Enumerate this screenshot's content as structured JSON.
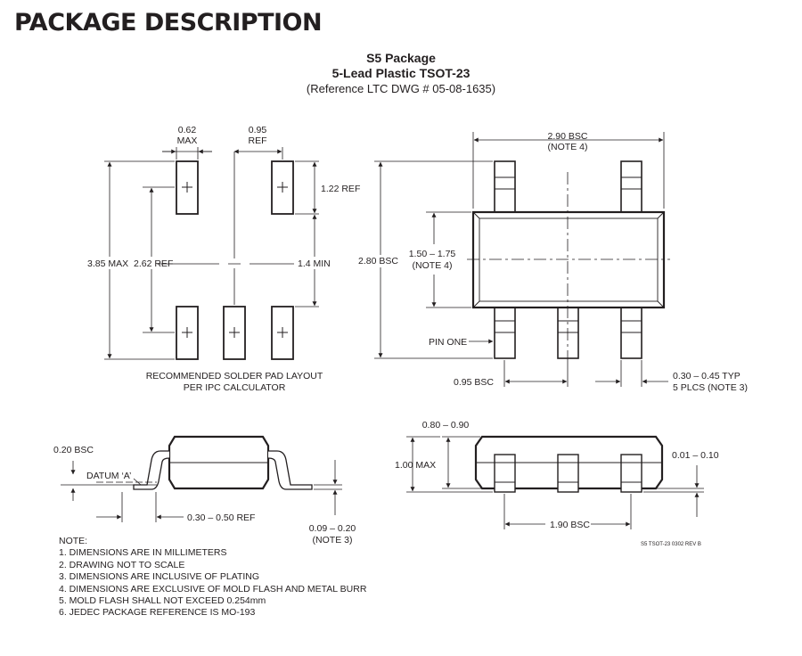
{
  "header": {
    "title": "PACKAGE DESCRIPTION"
  },
  "package": {
    "name": "S5 Package",
    "subtitle": "5-Lead Plastic TSOT-23",
    "reference": "(Reference LTC DWG # 05-08-1635)"
  },
  "pad_layout": {
    "dim_pad_width": "0.62",
    "dim_pad_width_qual": "MAX",
    "dim_pitch": "0.95",
    "dim_pitch_qual": "REF",
    "dim_pad_height": "1.22 REF",
    "dim_overall": "3.85 MAX",
    "dim_center": "2.62 REF",
    "dim_gap": "1.4 MIN",
    "caption_line1": "RECOMMENDED SOLDER PAD LAYOUT",
    "caption_line2": "PER IPC CALCULATOR"
  },
  "top_view": {
    "dim_span": "2.90 BSC",
    "dim_span_note": "(NOTE 4)",
    "dim_height": "2.80 BSC",
    "dim_body": "1.50 – 1.75",
    "dim_body_note": "(NOTE 4)",
    "pin_one": "PIN ONE",
    "dim_pitch": "0.95 BSC",
    "dim_lead_width": "0.30 – 0.45 TYP",
    "dim_lead_width_note": "5 PLCS (NOTE 3)"
  },
  "side_view": {
    "dim_bsc": "0.20 BSC",
    "datum": "DATUM ‘A’",
    "dim_foot": "0.30 – 0.50 REF",
    "dim_thickness": "0.09 – 0.20",
    "dim_thickness_note": "(NOTE 3)"
  },
  "end_view": {
    "dim_body_thickness": "0.80 – 0.90",
    "dim_max_height": "1.00 MAX",
    "dim_standoff": "0.01 – 0.10",
    "dim_span": "1.90 BSC",
    "drawing_id": "S5 TSOT-23 0302 REV B"
  },
  "notes": {
    "title": "NOTE:",
    "items": [
      "1. DIMENSIONS ARE IN MILLIMETERS",
      "2. DRAWING NOT TO SCALE",
      "3. DIMENSIONS ARE INCLUSIVE OF PLATING",
      "4. DIMENSIONS ARE EXCLUSIVE OF MOLD FLASH AND METAL BURR",
      "5. MOLD FLASH SHALL NOT EXCEED 0.254mm",
      "6. JEDEC PACKAGE REFERENCE IS MO-193"
    ]
  }
}
